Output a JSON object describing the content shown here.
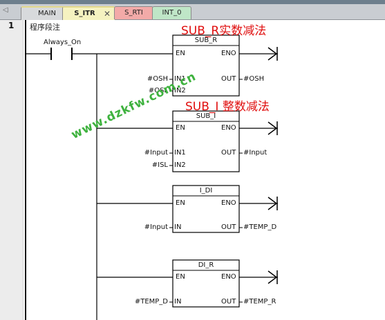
{
  "tabs": [
    {
      "label": "MAIN"
    },
    {
      "label": "S_ITR"
    },
    {
      "label": "S_RTI"
    },
    {
      "label": "INT_0"
    }
  ],
  "colors": {
    "active_tab": "#f5f2c0",
    "s_rti_tab": "#f3aaa8",
    "int0_tab": "#bfe6c7",
    "tab_accent": "#e3d98a",
    "annotation": "#e01010",
    "watermark": "#3eb23e"
  },
  "rung": {
    "number": "1",
    "comment": "程序段注"
  },
  "contact": {
    "label": "Always_On"
  },
  "annotations": [
    "SUB_R实数减法",
    "SUB_I 整数减法"
  ],
  "watermark": "www.dzkfw.com.cn",
  "blocks": [
    {
      "title": "SUB_R",
      "en": "EN",
      "eno": "ENO",
      "in1": "IN1",
      "in2": "IN2",
      "out": "OUT",
      "in1_op": "#OSH",
      "in2_op": "#OSL",
      "out_op": "#OSH"
    },
    {
      "title": "SUB_I",
      "en": "EN",
      "eno": "ENO",
      "in1": "IN1",
      "in2": "IN2",
      "out": "OUT",
      "in1_op": "#Input",
      "in2_op": "#ISL",
      "out_op": "#Input"
    },
    {
      "title": "I_DI",
      "en": "EN",
      "eno": "ENO",
      "in1": "IN",
      "out": "OUT",
      "in1_op": "#Input",
      "out_op": "#TEMP_D"
    },
    {
      "title": "DI_R",
      "en": "EN",
      "eno": "ENO",
      "in1": "IN",
      "out": "OUT",
      "in1_op": "#TEMP_D",
      "out_op": "#TEMP_R"
    }
  ]
}
